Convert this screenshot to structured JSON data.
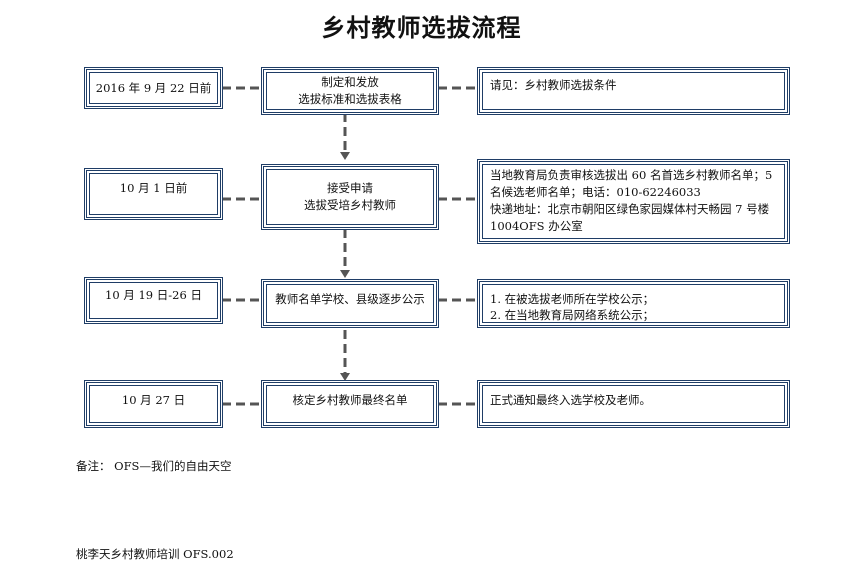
{
  "title": "乡村教师选拔流程",
  "rows": [
    {
      "date": "2016 年 9 月 22 日前",
      "step": [
        "制定和发放",
        "选拔标准和选拔表格"
      ],
      "info": [
        "请见：乡村教师选拔条件"
      ]
    },
    {
      "date": "10 月 1 日前",
      "step": [
        "接受申请",
        "选拔受培乡村教师"
      ],
      "info": [
        "当地教育局负责审核选拔出 60 名首选乡村教师名单；5 名候选老师名单；电话：010-62246033",
        "快递地址：北京市朝阳区绿色家园媒体村天畅园 7 号楼 1004OFS 办公室"
      ]
    },
    {
      "date": "10 月 19 日-26 日",
      "step": [
        "教师名单学校、县级逐步公示"
      ],
      "info": [
        "1. 在被选拔老师所在学校公示；",
        "2. 在当地教育局网络系统公示；"
      ]
    },
    {
      "date": "10 月 27 日",
      "step": [
        "核定乡村教师最终名单"
      ],
      "info": [
        "正式通知最终入选学校及老师。"
      ]
    }
  ],
  "note": "备注：  OFS—我们的自由天空",
  "footer": "桃李天乡村教师培训  OFS.002",
  "colors": {
    "border": "#1f3d66",
    "connector": "#555555"
  }
}
